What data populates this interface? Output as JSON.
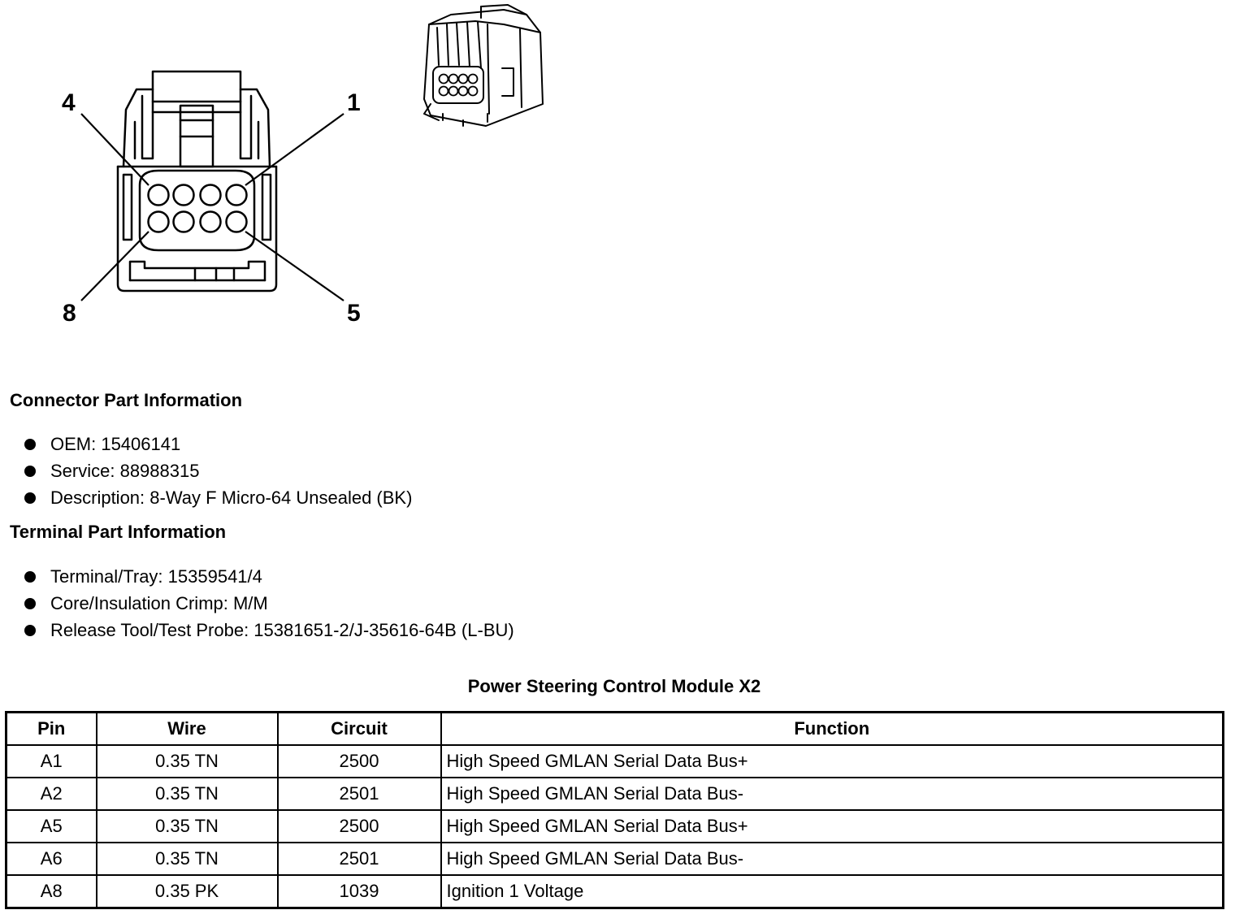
{
  "diagram": {
    "pin_callouts": [
      "4",
      "1",
      "8",
      "5"
    ]
  },
  "connector_info": {
    "heading": "Connector Part Information",
    "items": [
      "OEM: 15406141",
      "Service: 88988315",
      "Description: 8-Way F Micro-64 Unsealed (BK)"
    ]
  },
  "terminal_info": {
    "heading": "Terminal Part Information",
    "items": [
      "Terminal/Tray: 15359541/4",
      "Core/Insulation Crimp: M/M",
      "Release Tool/Test Probe: 15381651-2/J-35616-64B (L-BU)"
    ]
  },
  "table": {
    "title": "Power Steering Control Module X2",
    "headers": [
      "Pin",
      "Wire",
      "Circuit",
      "Function"
    ],
    "rows": [
      [
        "A1",
        "0.35 TN",
        "2500",
        "High Speed GMLAN Serial Data Bus+"
      ],
      [
        "A2",
        "0.35 TN",
        "2501",
        "High Speed GMLAN Serial Data Bus-"
      ],
      [
        "A5",
        "0.35 TN",
        "2500",
        "High Speed GMLAN Serial Data Bus+"
      ],
      [
        "A6",
        "0.35 TN",
        "2501",
        "High Speed GMLAN Serial Data Bus-"
      ],
      [
        "A8",
        "0.35 PK",
        "1039",
        "Ignition 1 Voltage"
      ]
    ]
  }
}
